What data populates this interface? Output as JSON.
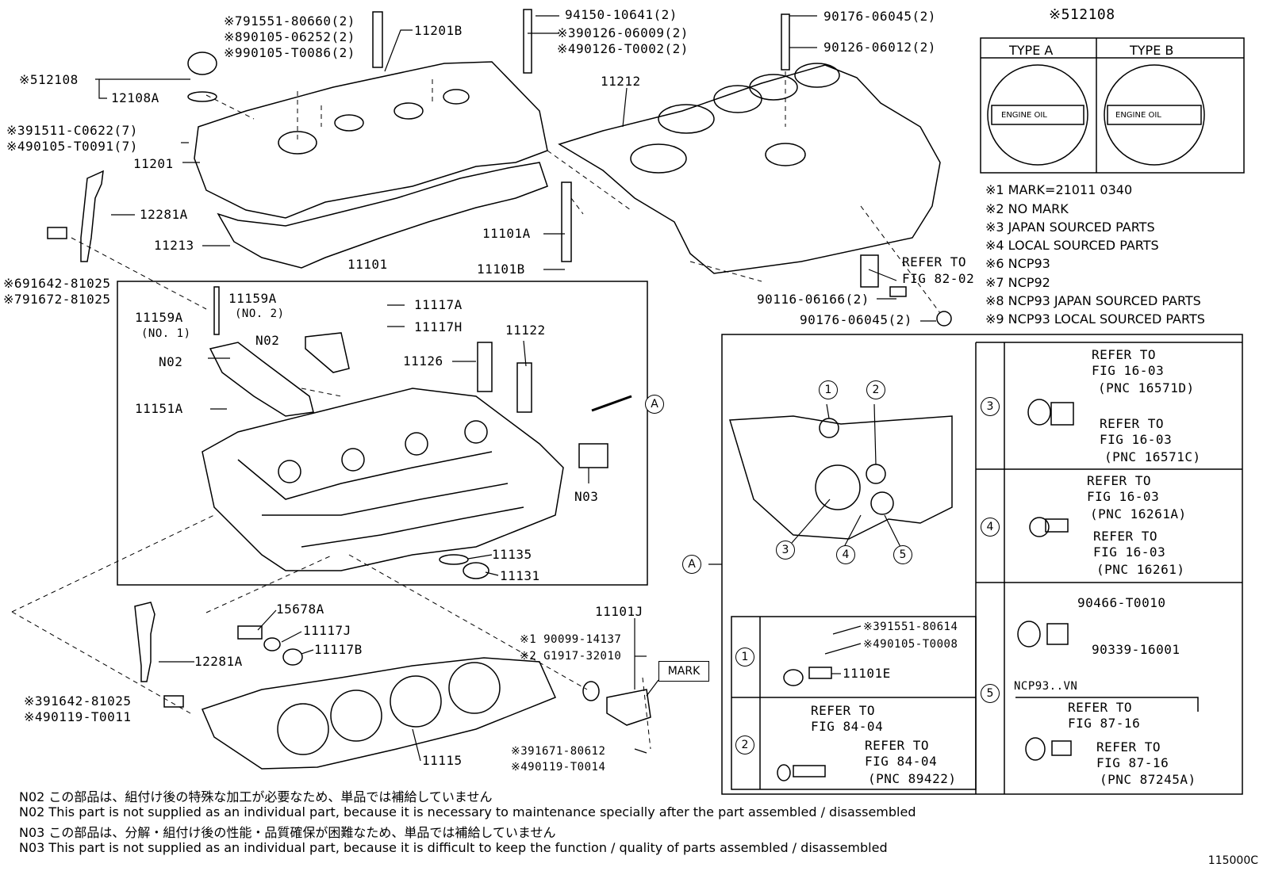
{
  "labels": {
    "top_cap_ref": "※512108",
    "p12108A": "12108A",
    "p791551": "※791551-80660(2)",
    "p890105": "※890105-06252(2)",
    "p990105": "※990105-T0086(2)",
    "p11201B": "11201B",
    "p94150": "94150-10641(2)",
    "p390126": "※390126-06009(2)",
    "p490126": "※490126-T0002(2)",
    "p90176a": "90176-06045(2)",
    "p90126": "90126-06012(2)",
    "p11212": "11212",
    "p391511": "※391511-C0622(7)",
    "p490105": "※490105-T0091(7)",
    "p11201": "11201",
    "p12281A_top": "12281A",
    "p11213": "11213",
    "p11101A": "11101A",
    "p11101B": "11101B",
    "p11101": "11101",
    "p691642": "※691642-81025",
    "p791672": "※791672-81025",
    "p11159A_1": "11159A",
    "p11159A_1_sub": "(NO. 1)",
    "p11159A_2": "11159A",
    "p11159A_2_sub": "(NO. 2)",
    "p11117A": "11117A",
    "p11117H": "11117H",
    "pN02_a": "N02",
    "pN02_b": "N02",
    "p11126": "11126",
    "p11122": "11122",
    "p11151A": "11151A",
    "pN03": "N03",
    "p11135": "11135",
    "p11131": "11131",
    "refer_top_a": "REFER TO",
    "refer_top_b": "FIG 82-02",
    "p90116": "90116-06166(2)",
    "p90176b": "90176-06045(2)",
    "p15678A": "15678A",
    "p11117J": "11117J",
    "p11117B": "11117B",
    "p12281A_bot": "12281A",
    "p391642": "※391642-81025",
    "p490119a": "※490119-T0011",
    "p11115": "11115",
    "p11101J": "11101J",
    "p90099": "※1 90099-14137",
    "pG1917": "※2 G1917-32010",
    "mark": "MARK",
    "p391671": "※391671-80612",
    "p490119b": "※490119-T0014",
    "callout_A": "A"
  },
  "inset": {
    "type_a": "TYPE A",
    "type_b": "TYPE B",
    "engine_oil": "ENGINE OIL",
    "cap_ref": "※512108"
  },
  "legend": [
    "※1 MARK=21011 0340",
    "※2 NO MARK",
    "※3 JAPAN SOURCED PARTS",
    "※4 LOCAL SOURCED PARTS",
    "※6 NCP93",
    "※7 NCP92",
    "※8 NCP93 JAPAN SOURCED PARTS",
    "※9 NCP93 LOCAL SOURCED PARTS"
  ],
  "detail": {
    "n1": "1",
    "n2": "2",
    "n3": "3",
    "n4": "4",
    "n5": "5",
    "r3_a1": "REFER TO",
    "r3_a2": "FIG 16-03",
    "r3_a3": "(PNC 16571D)",
    "r3_b1": "REFER TO",
    "r3_b2": "FIG 16-03",
    "r3_b3": "(PNC 16571C)",
    "r4_a1": "REFER TO",
    "r4_a2": "FIG 16-03",
    "r4_a3": "(PNC 16261A)",
    "r4_b1": "REFER TO",
    "r4_b2": "FIG 16-03",
    "r4_b3": "(PNC 16261)",
    "r5_a": "90466-T0010",
    "r5_b": "90339-16001",
    "r5_note": "NCP93..VN",
    "r5_c1": "REFER TO",
    "r5_c2": "FIG 87-16",
    "r5_d1": "REFER TO",
    "r5_d2": "FIG 87-16",
    "r5_d3": "(PNC 87245A)",
    "r1_a": "※391551-80614",
    "r1_b": "※490105-T0008",
    "r1_c": "11101E",
    "r2_a1": "REFER TO",
    "r2_a2": "FIG 84-04",
    "r2_b1": "REFER TO",
    "r2_b2": "FIG 84-04",
    "r2_b3": "(PNC 89422)"
  },
  "notes": [
    "N02 この部品は、組付け後の特殊な加工が必要なため、単品では補給していません",
    "N02 This part is not supplied as an individual part, because it is necessary to maintenance specially after the part assembled / disassembled",
    "N03 この部品は、分解・組付け後の性能・品質確保が困難なため、単品では補給していません",
    "N03 This part is not supplied as an individual part, because it is difficult to keep the function / quality of parts assembled / disassembled"
  ],
  "code": "115000C"
}
